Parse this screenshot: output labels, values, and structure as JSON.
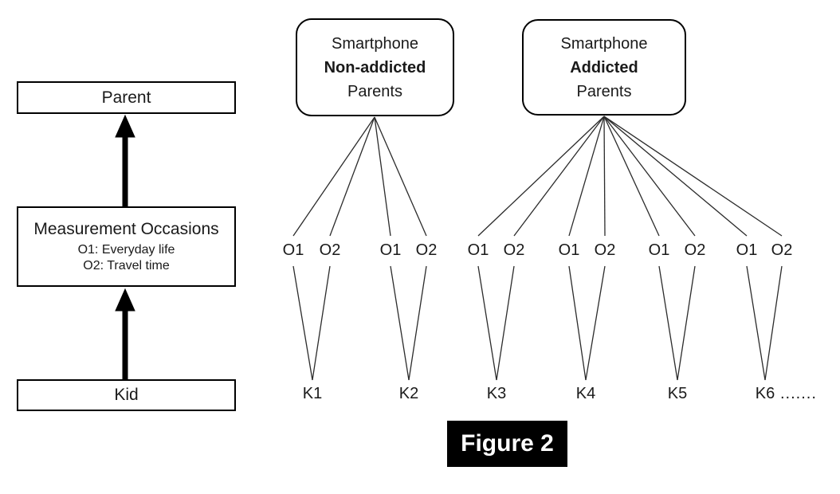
{
  "caption": "Figure 2",
  "left_flow": {
    "parent_label": "Parent",
    "measurement": {
      "title": "Measurement Occasions",
      "line1": "O1: Everyday life",
      "line2": "O2: Travel time"
    },
    "kid_label": "Kid"
  },
  "groups": [
    {
      "line1": "Smartphone",
      "line2": "Non-addicted",
      "line3": "Parents"
    },
    {
      "line1": "Smartphone",
      "line2": "Addicted",
      "line3": "Parents"
    }
  ],
  "occasions": [
    "O1",
    "O2",
    "O1",
    "O2",
    "O1",
    "O2",
    "O1",
    "O2",
    "O1",
    "O2",
    "O1",
    "O2"
  ],
  "kids": [
    "K1",
    "K2",
    "K3",
    "K4",
    "K5",
    "K6"
  ],
  "kids_ellipsis": ".......",
  "colors": {
    "connector_line": "#2b2b2b",
    "box_border": "#000000",
    "arrow": "#000000",
    "caption_bg": "#000000",
    "caption_text": "#ffffff"
  }
}
